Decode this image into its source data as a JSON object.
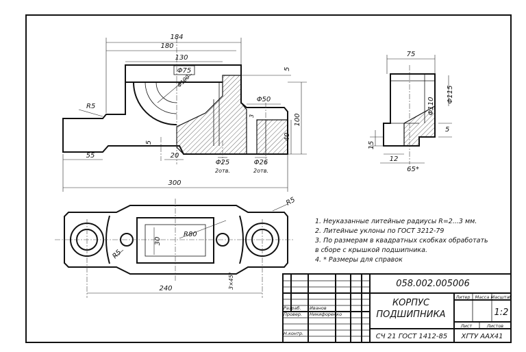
{
  "dims_front": {
    "d184": "184",
    "d180": "180",
    "d130": "130",
    "dphi75": "Φ75",
    "dphi100": "Φ100",
    "r5": "R5",
    "d5top": "5",
    "dphi50": "Φ50",
    "d3": "3",
    "d100": "100",
    "d40": "40",
    "d5": "5",
    "d55": "55",
    "d20": "20",
    "dphi25": "Φ25",
    "holes1": "2отв.",
    "dphi26": "Φ26",
    "holes2": "2отв.",
    "d300": "300"
  },
  "dims_side": {
    "d75": "75",
    "dphi115": "Φ115",
    "dphi110": "Φ110",
    "d5": "5",
    "d15": "15",
    "d12": "12",
    "d65": "65*"
  },
  "dims_plan": {
    "r5a": "R5",
    "r5b": "R5",
    "d30": "30",
    "r80": "R80",
    "d3x45": "3×45°",
    "d240": "240"
  },
  "notes": [
    "1.  Неуказанные литейные радиусы R=2...3 мм.",
    "2.  Литейные уклоны по ГОСТ 3212-79",
    "3.  По размерам в квадратных скобках обработать",
    "     в сборе с крышкой подшипника.",
    "4.  * Размеры для справок"
  ],
  "title_block": {
    "designation": "058.002.005006",
    "name_line1": "КОРПУС",
    "name_line2": "ПОДШИПНИКА",
    "material": "СЧ 21 ГОСТ 1412-85",
    "organization": "ХГТУ ААХ41",
    "col_lit": "Литер",
    "col_mass": "Масса",
    "col_scale": "Масштаб",
    "scale": "1:2",
    "sheet": "Лист",
    "sheets": "Листов",
    "row_developed": "Разраб.",
    "developed_by": "Иванов",
    "row_checked": "Провер.",
    "checked_by": "Никифоренко",
    "row_norm": "Н.контр."
  }
}
